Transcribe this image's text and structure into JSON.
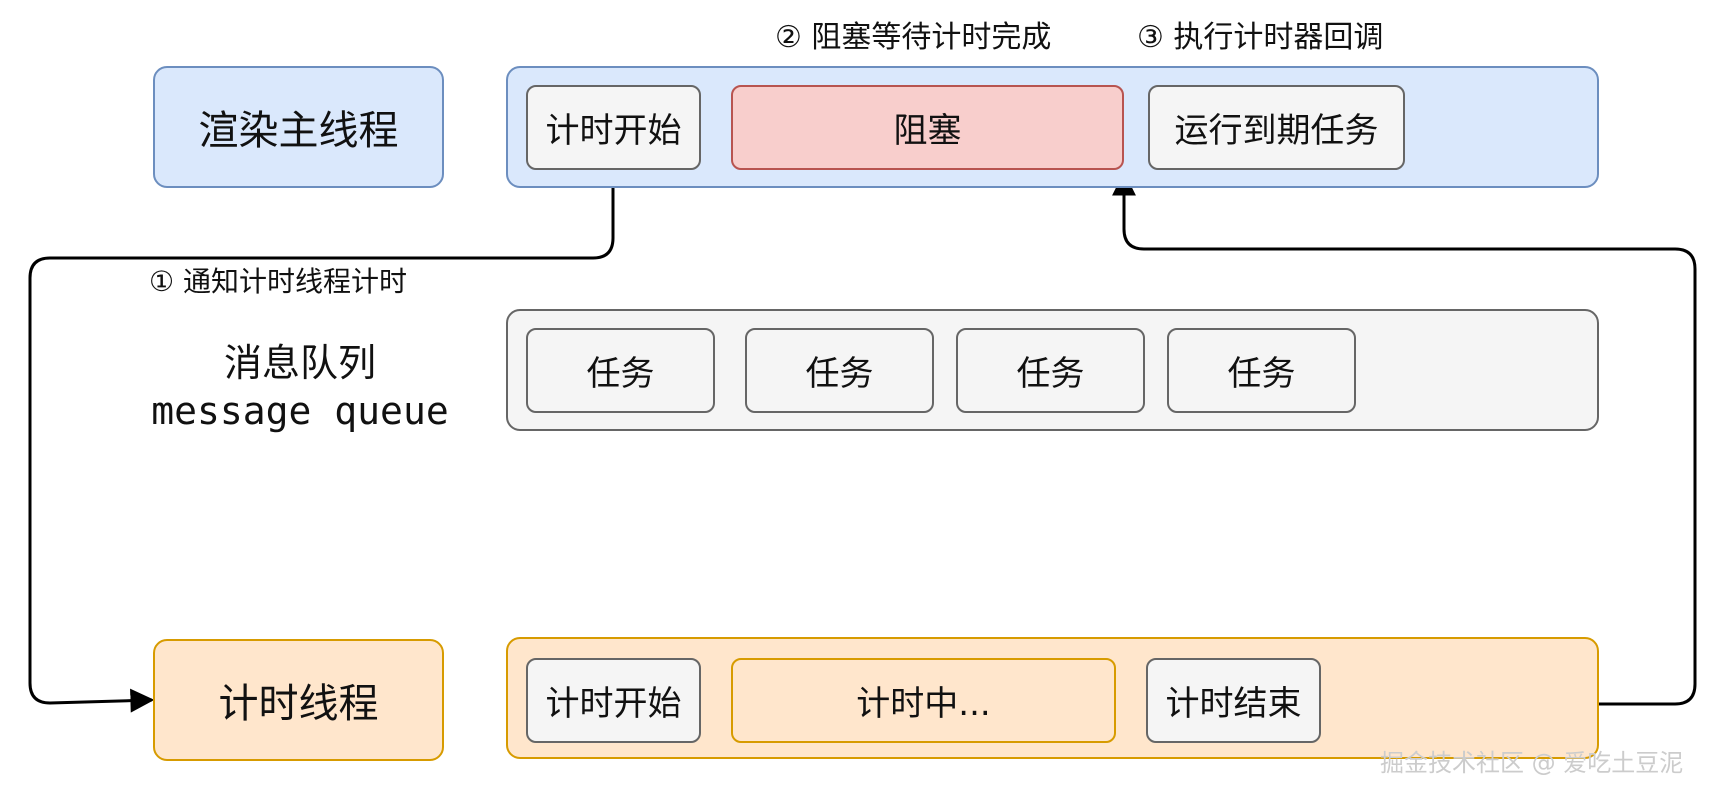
{
  "render_thread": {
    "label": "渲染主线程",
    "steps": [
      "计时开始",
      "阻塞",
      "运行到期任务"
    ]
  },
  "message_queue": {
    "label_cn": "消息队列",
    "label_en": "message queue",
    "tasks": [
      "任务",
      "任务",
      "任务",
      "任务"
    ]
  },
  "timer_thread": {
    "label": "计时线程",
    "steps": [
      "计时开始",
      "计时中...",
      "计时结束"
    ]
  },
  "annotations": {
    "step1": "① 通知计时线程计时",
    "step2": "② 阻塞等待计时完成",
    "step3": "③ 执行计时器回调"
  },
  "watermark": "掘金技术社区 @ 爱吃土豆泥",
  "colors": {
    "blue_fill": "#dae8fc",
    "blue_stroke": "#6c8ebf",
    "orange_fill": "#ffe6cc",
    "orange_stroke": "#d79b00",
    "gray_fill": "#f5f5f5",
    "red_fill": "#f8cecc",
    "red_stroke": "#b85450"
  }
}
